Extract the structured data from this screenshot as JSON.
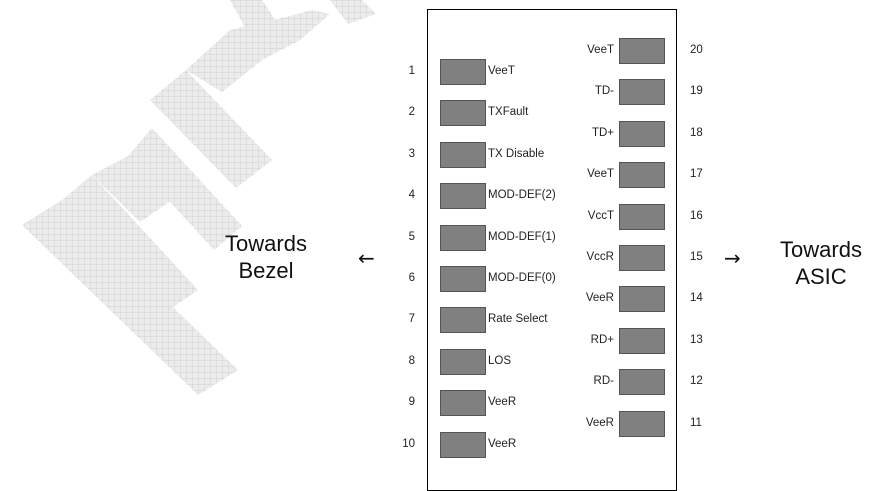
{
  "left_side": {
    "line1": "Towards",
    "line2": "Bezel",
    "arrow": "←"
  },
  "right_side": {
    "line1": "Towards",
    "line2": "ASIC",
    "arrow": "→"
  },
  "left_pins": [
    {
      "num": "1",
      "signal": "VeeT"
    },
    {
      "num": "2",
      "signal": "TXFault"
    },
    {
      "num": "3",
      "signal": "TX Disable"
    },
    {
      "num": "4",
      "signal": "MOD-DEF(2)"
    },
    {
      "num": "5",
      "signal": "MOD-DEF(1)"
    },
    {
      "num": "6",
      "signal": "MOD-DEF(0)"
    },
    {
      "num": "7",
      "signal": "Rate Select"
    },
    {
      "num": "8",
      "signal": "LOS"
    },
    {
      "num": "9",
      "signal": "VeeR"
    },
    {
      "num": "10",
      "signal": "VeeR"
    }
  ],
  "right_pins": [
    {
      "num": "20",
      "signal": "VeeT"
    },
    {
      "num": "19",
      "signal": "TD-"
    },
    {
      "num": "18",
      "signal": "TD+"
    },
    {
      "num": "17",
      "signal": "VeeT"
    },
    {
      "num": "16",
      "signal": "VccT"
    },
    {
      "num": "15",
      "signal": "VccR"
    },
    {
      "num": "14",
      "signal": "VeeR"
    },
    {
      "num": "13",
      "signal": "RD+"
    },
    {
      "num": "12",
      "signal": "RD-"
    },
    {
      "num": "11",
      "signal": "VeeR"
    }
  ],
  "colors": {
    "pin_fill": "#808080",
    "watermark": "#d4d4d4"
  }
}
